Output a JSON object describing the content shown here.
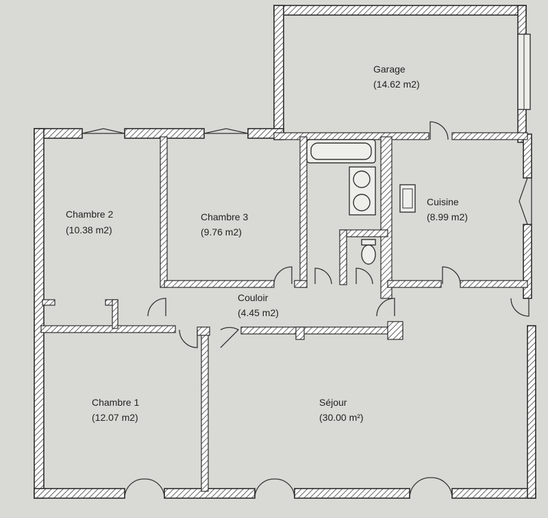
{
  "rooms": [
    {
      "id": "garage",
      "name": "Garage",
      "area": "(14.62 m2)"
    },
    {
      "id": "chambre-2",
      "name": "Chambre 2",
      "area": "(10.38 m2)"
    },
    {
      "id": "chambre-3",
      "name": "Chambre 3",
      "area": "(9.76 m2)"
    },
    {
      "id": "cuisine",
      "name": "Cuisine",
      "area": "(8.99 m2)"
    },
    {
      "id": "couloir",
      "name": "Couloir",
      "area": "(4.45 m2)"
    },
    {
      "id": "chambre-1",
      "name": "Chambre 1",
      "area": "(12.07 m2)"
    },
    {
      "id": "sejour",
      "name": "Séjour",
      "area": "(30.00 m²)"
    }
  ],
  "colors": {
    "background": "#d9d9d5",
    "wall_line": "#2b2b2b",
    "wall_fill": "#ffffff"
  }
}
